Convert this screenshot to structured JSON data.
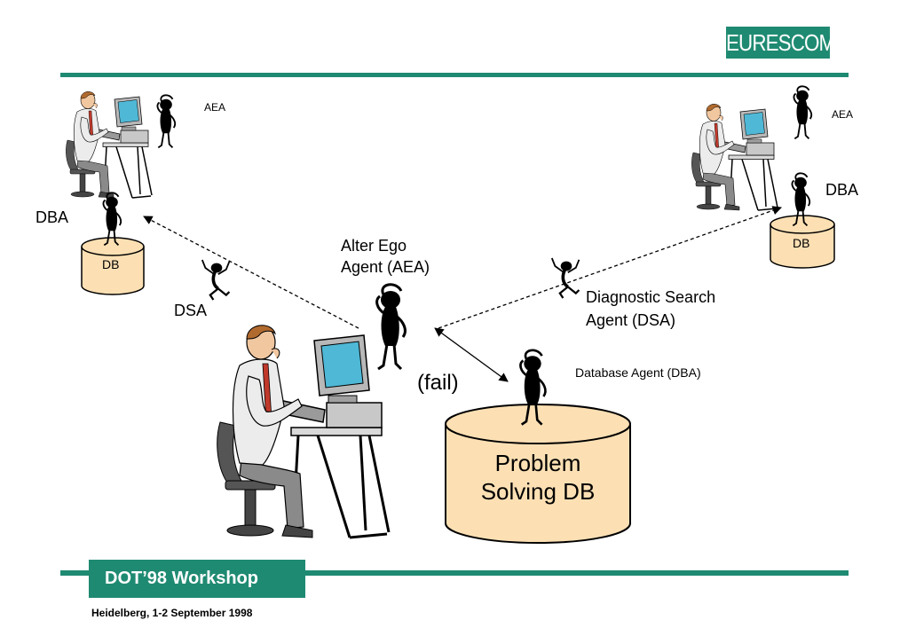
{
  "logo": {
    "text": "EURESCOM"
  },
  "colors": {
    "brand": "#1f8a72",
    "db_fill": "#fce0b4",
    "figure": "#000000"
  },
  "labels": {
    "aea_left": "AEA",
    "aea_right": "AEA",
    "dba_left": "DBA",
    "dba_right": "DBA",
    "db_left": "DB",
    "db_right": "DB",
    "dsa_left": "DSA",
    "alter_ego_line1": "Alter Ego",
    "alter_ego_line2": "Agent (AEA)",
    "diag_line1": "Diagnostic Search",
    "diag_line2": "Agent (DSA)",
    "dba_full": "Database Agent (DBA)",
    "fail": "(fail)",
    "problem_line1": "Problem",
    "problem_line2": "Solving DB"
  },
  "footer": {
    "workshop": "DOT’98 Workshop",
    "date": "Heidelberg, 1-2 September 1998"
  }
}
